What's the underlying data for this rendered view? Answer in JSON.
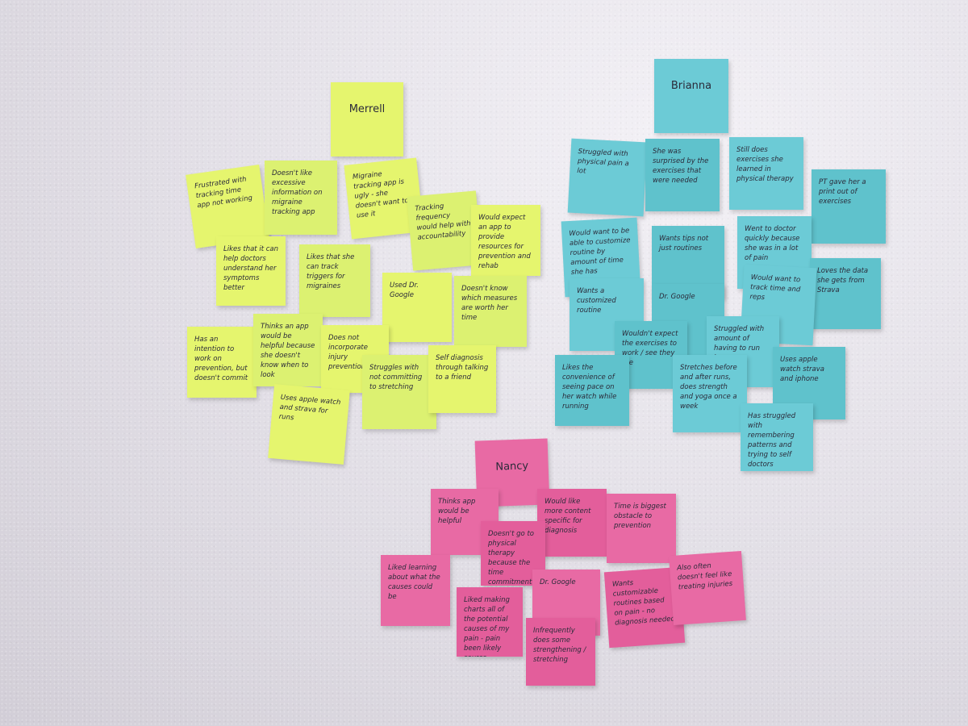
{
  "clusters": {
    "merrell": {
      "title": "Merrell",
      "color": "#e5f56e",
      "notes": [
        "Frustrated with tracking time app not working",
        "Doesn't like excessive information on migraine tracking app",
        "Migraine tracking app is ugly - she doesn't want to use it",
        "Tracking frequency would help with accountability",
        "Would expect an app to provide resources for prevention and rehab",
        "Likes that it can help doctors understand her symptoms better",
        "Likes that she can track triggers for migraines",
        "Used Dr. Google",
        "Doesn't know which measures are worth her time",
        "Has an intention to work on prevention, but doesn't commit",
        "Thinks an app would be helpful because she doesn't know when to look",
        "Does not incorporate injury prevention",
        "Struggles with not committing to stretching",
        "Self diagnosis through talking to a friend",
        "Uses apple watch and strava for runs"
      ]
    },
    "brianna": {
      "title": "Brianna",
      "color": "#6ccbd6",
      "notes": [
        "Struggled with physical pain a lot",
        "She was surprised by the exercises that were needed",
        "Still does exercises she learned in physical therapy",
        "PT gave her a print out of exercises",
        "Would want to be able to customize routine by amount of time she has",
        "Wants tips not just routines",
        "Went to doctor quickly because she was in a lot of pain",
        "Loves the data she gets from Strava",
        "Wants a customized routine",
        "Dr. Google",
        "Would want to track time and reps",
        "Wouldn't expect the exercises to work / see they are",
        "Struggled with amount of having to run less",
        "Likes the convenience of seeing pace on her watch while running",
        "Stretches before and after runs, does strength and yoga once a week",
        "Uses apple watch strava and iphone",
        "Has struggled with remembering patterns and trying to self doctors"
      ]
    },
    "nancy": {
      "title": "Nancy",
      "color": "#e86aa4",
      "notes": [
        "Thinks app would be helpful",
        "Would like more content specific for diagnosis",
        "Time is biggest obstacle to prevention",
        "Doesn't go to physical therapy because the time commitment was too much",
        "Liked learning about what the causes could be",
        "Liked making charts all of the potential causes of my pain - pain been likely source",
        "Dr. Google",
        "Wants customizable routines based on pain - no diagnosis needed",
        "Also often doesn't feel like treating injuries",
        "Infrequently does some strengthening / stretching"
      ]
    }
  }
}
